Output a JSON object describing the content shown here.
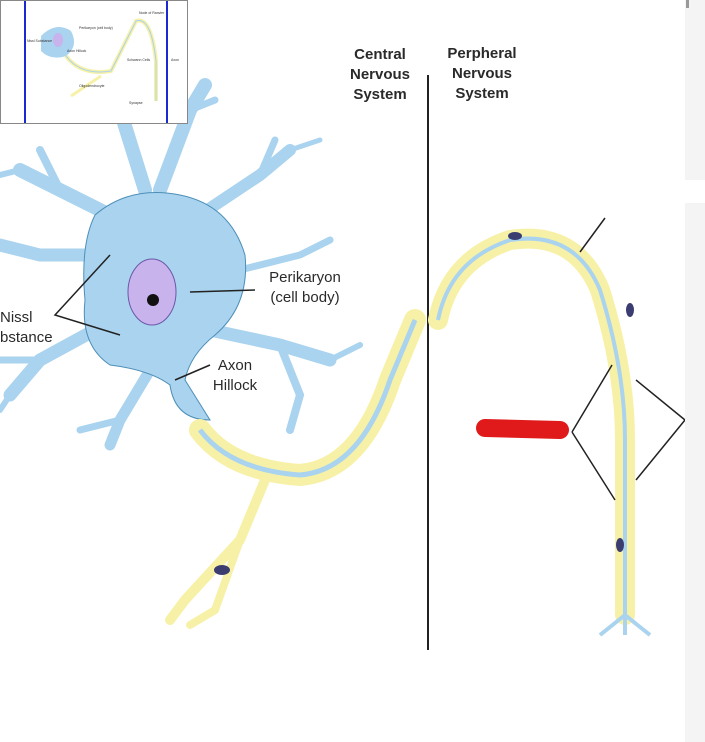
{
  "labels": {
    "cns": [
      "Central",
      "Nervous",
      "System"
    ],
    "pns": [
      "Perpheral",
      "Nervous",
      "System"
    ],
    "perikaryon": [
      "Perikaryon",
      "(cell body)"
    ],
    "axon_hillock": [
      "Axon",
      "Hillock"
    ],
    "nissl": [
      "Nissl",
      "bstance"
    ]
  },
  "thumbnail": {
    "labels": [
      "Node of Ranvier",
      "Perikaryon (cell body)",
      "Axon Hillock",
      "Schwann Cells",
      "Axon",
      "Oligodendrocyte",
      "Synapse",
      "Nissl Substance"
    ]
  },
  "colors": {
    "cell": "#a9d3ee",
    "cell_outline": "#4d8fb8",
    "myelin": "#f7f1a8",
    "myelin_outline": "#7d7a4a",
    "nucleus": "#c8b3ec",
    "redaction": "#e01a1a",
    "thumb_border": "#1a2ad1"
  }
}
